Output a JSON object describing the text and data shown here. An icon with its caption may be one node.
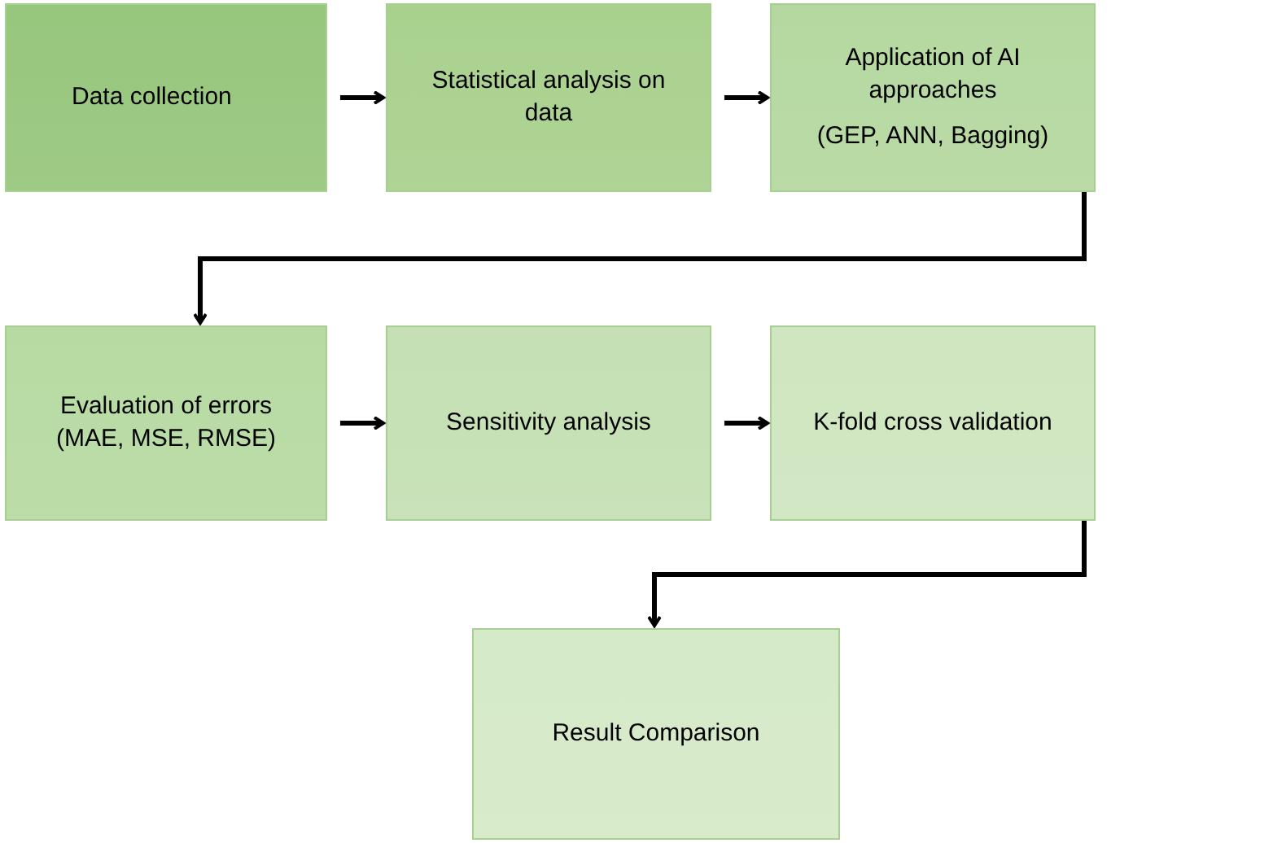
{
  "diagram": {
    "nodes": [
      {
        "text": [
          "Data collection"
        ]
      },
      {
        "text": [
          "Statistical analysis on data"
        ]
      },
      {
        "text": [
          "Application of AI approaches",
          "(GEP, ANN, Bagging)"
        ]
      },
      {
        "text": [
          "Evaluation of errors (MAE, MSE, RMSE)"
        ]
      },
      {
        "text": [
          "Sensitivity analysis"
        ]
      },
      {
        "text": [
          "K-fold cross validation"
        ]
      },
      {
        "text": [
          "Result Comparison"
        ]
      }
    ],
    "edges": [
      {
        "from": 0,
        "to": 1,
        "arrow": "to"
      },
      {
        "from": 1,
        "to": 2,
        "arrow": "to"
      },
      {
        "from": 2,
        "to": 3,
        "arrow": "to"
      },
      {
        "from": 3,
        "to": 4,
        "arrow": "to"
      },
      {
        "from": 4,
        "to": 5,
        "arrow": "to"
      },
      {
        "from": 5,
        "to": 6,
        "arrow": "to"
      }
    ]
  }
}
